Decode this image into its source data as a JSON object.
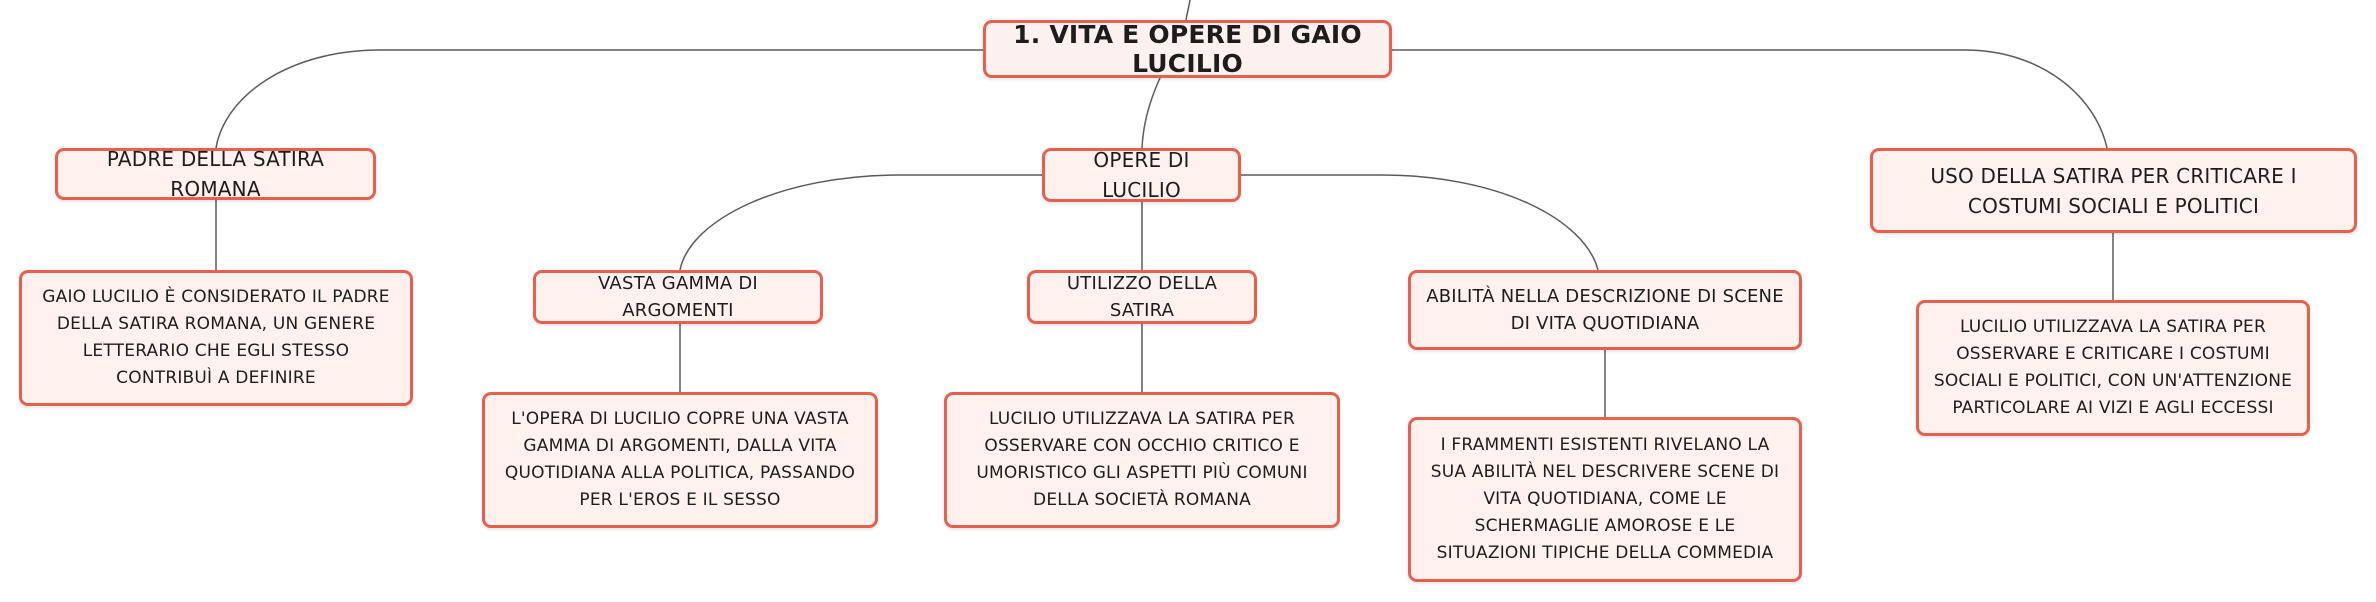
{
  "root": {
    "title": "1. VITA E OPERE DI GAIO LUCILIO"
  },
  "branches": {
    "padre": {
      "title": "PADRE DELLA SATIRA ROMANA",
      "detail": "GAIO LUCILIO È CONSIDERATO IL PADRE DELLA SATIRA ROMANA, UN GENERE LETTERARIO CHE EGLI STESSO CONTRIBUÌ A DEFINIRE"
    },
    "opere": {
      "title": "OPERE DI LUCILIO",
      "children": {
        "argomenti": {
          "title": "VASTA GAMMA DI ARGOMENTI",
          "detail": "L'OPERA DI LUCILIO COPRE UNA VASTA GAMMA DI ARGOMENTI, DALLA VITA QUOTIDIANA ALLA POLITICA, PASSANDO PER L'EROS E IL SESSO"
        },
        "utilizzo": {
          "title": "UTILIZZO DELLA SATIRA",
          "detail": "LUCILIO UTILIZZAVA LA SATIRA PER OSSERVARE CON OCCHIO CRITICO E UMORISTICO GLI ASPETTI PIÙ COMUNI DELLA SOCIETÀ ROMANA"
        },
        "abilita": {
          "title": "ABILITÀ NELLA DESCRIZIONE DI SCENE DI VITA QUOTIDIANA",
          "detail": "I FRAMMENTI ESISTENTI RIVELANO LA SUA ABILITÀ NEL DESCRIVERE SCENE DI VITA QUOTIDIANA, COME LE SCHERMAGLIE AMOROSE E LE SITUAZIONI TIPICHE DELLA COMMEDIA"
        }
      }
    },
    "uso": {
      "title": "USO DELLA SATIRA PER CRITICARE I COSTUMI SOCIALI E POLITICI",
      "detail": "LUCILIO UTILIZZAVA LA SATIRA PER OSSERVARE E CRITICARE I COSTUMI SOCIALI E POLITICI, CON UN'ATTENZIONE PARTICOLARE AI VIZI E AGLI ECCESSI"
    }
  },
  "colors": {
    "node_border": "#e8604d",
    "node_fill": "#fff1ee",
    "connector": "#5a5a5a"
  }
}
